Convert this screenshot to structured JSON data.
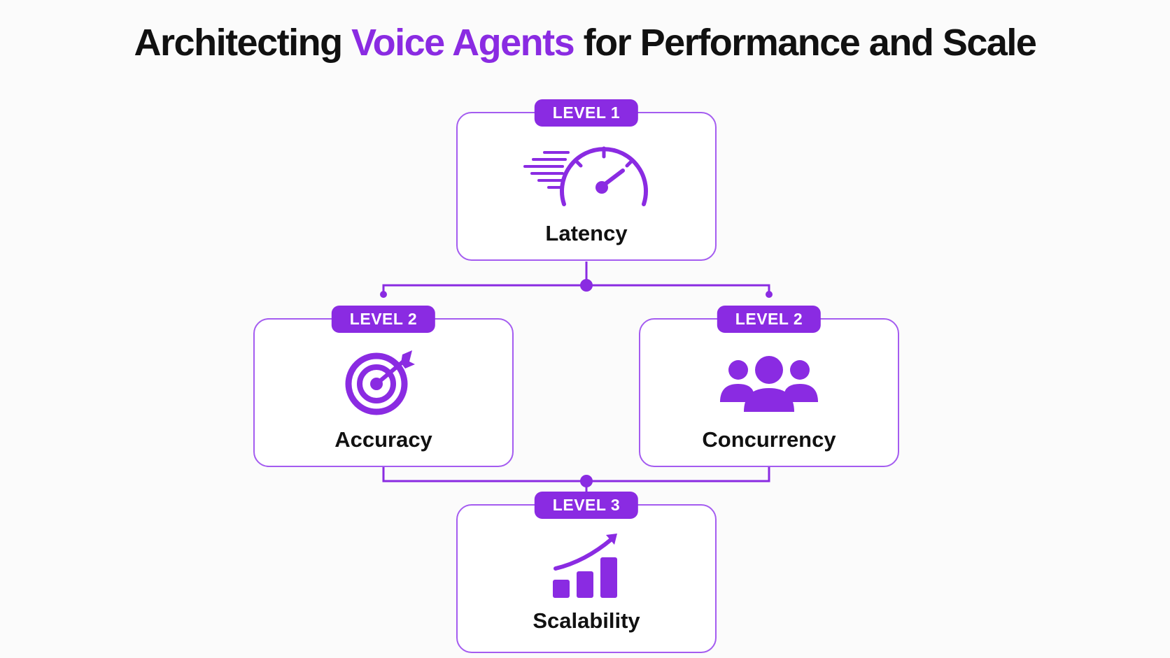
{
  "title": {
    "prefix": "Architecting ",
    "highlight": "Voice Agents",
    "suffix": " for Performance and Scale"
  },
  "colors": {
    "accent": "#8a2be2",
    "border": "#a45cf0",
    "text": "#111111",
    "background": "#fbfbfb"
  },
  "nodes": {
    "latency": {
      "level": "LEVEL 1",
      "label": "Latency",
      "icon": "speedometer-icon"
    },
    "accuracy": {
      "level": "LEVEL 2",
      "label": "Accuracy",
      "icon": "target-icon"
    },
    "concurrency": {
      "level": "LEVEL 2",
      "label": "Concurrency",
      "icon": "users-group-icon"
    },
    "scalability": {
      "level": "LEVEL 3",
      "label": "Scalability",
      "icon": "growth-chart-icon"
    }
  }
}
